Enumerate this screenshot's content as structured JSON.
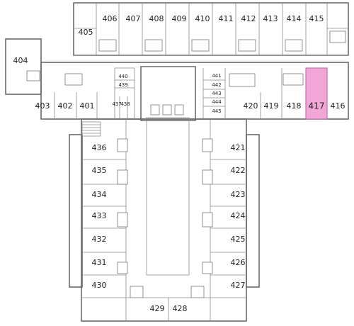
{
  "floor_plan": {
    "highlight_color": "#f2a6d8",
    "highlight_stroke": "#c46fb0",
    "wall_color": "#6a6a6a",
    "highlighted_room": "417",
    "rooms": {
      "r401": "401",
      "r402": "402",
      "r403": "403",
      "r404": "404",
      "r405": "405",
      "r406": "406",
      "r407": "407",
      "r408": "408",
      "r409": "409",
      "r410": "410",
      "r411": "411",
      "r412": "412",
      "r413": "413",
      "r414": "414",
      "r415": "415",
      "r416": "416",
      "r417": "417",
      "r418": "418",
      "r419": "419",
      "r420": "420",
      "r421": "421",
      "r422": "422",
      "r423": "423",
      "r424": "424",
      "r425": "425",
      "r426": "426",
      "r427": "427",
      "r428": "428",
      "r429": "429",
      "r430": "430",
      "r431": "431",
      "r432": "432",
      "r433": "433",
      "r434": "434",
      "r435": "435",
      "r436": "436",
      "r437": "437",
      "r438": "438",
      "r439": "439",
      "r440": "440",
      "r441": "441",
      "r442": "442",
      "r443": "443",
      "r444": "444",
      "r445": "445"
    }
  }
}
